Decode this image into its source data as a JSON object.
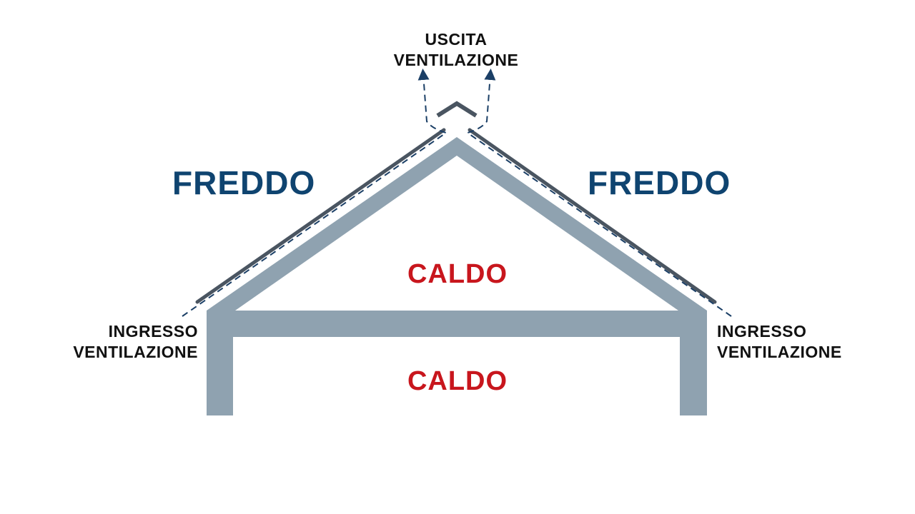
{
  "labels": {
    "outlet_line1": "USCITA",
    "outlet_line2": "VENTILAZIONE",
    "cold_left": "FREDDO",
    "cold_right": "FREDDO",
    "warm_attic": "CALDO",
    "warm_room": "CALDO",
    "inlet_left_line1": "INGRESSO",
    "inlet_left_line2": "VENTILAZIONE",
    "inlet_right_line1": "INGRESSO",
    "inlet_right_line2": "VENTILAZIONE"
  },
  "colors": {
    "structure": "#8fa2b0",
    "roof_cover": "#4a5561",
    "airflow": "#1b3f66",
    "cold_text": "#0f4470",
    "warm_text": "#c8161d"
  }
}
